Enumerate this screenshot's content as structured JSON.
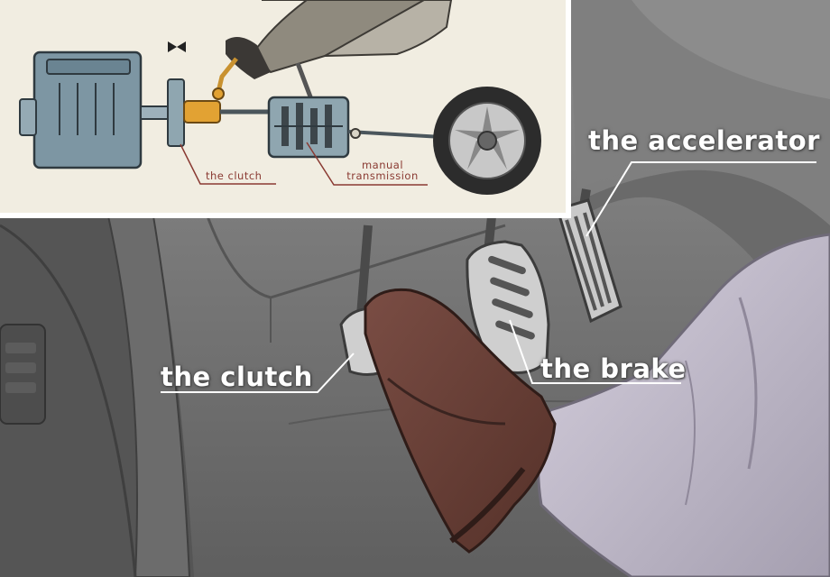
{
  "labels": {
    "accelerator": "the accelerator",
    "brake": "the brake",
    "clutch": "the clutch"
  },
  "inset": {
    "clutch_label": "the clutch",
    "transmission_label_line1": "manual",
    "transmission_label_line2": "transmission"
  },
  "colors": {
    "background_gray": "#6e6e6e",
    "inset_background": "#f1ede1",
    "inset_label": "#8a3a32",
    "engine_blue": "#7d96a3",
    "clutch_orange": "#e2a233",
    "shoe_brown": "#6a3f38",
    "trousers": "#c9c3d0",
    "pedal_silver": "#c8c8c8"
  },
  "icons": {
    "bowtie": "bowtie-icon"
  }
}
